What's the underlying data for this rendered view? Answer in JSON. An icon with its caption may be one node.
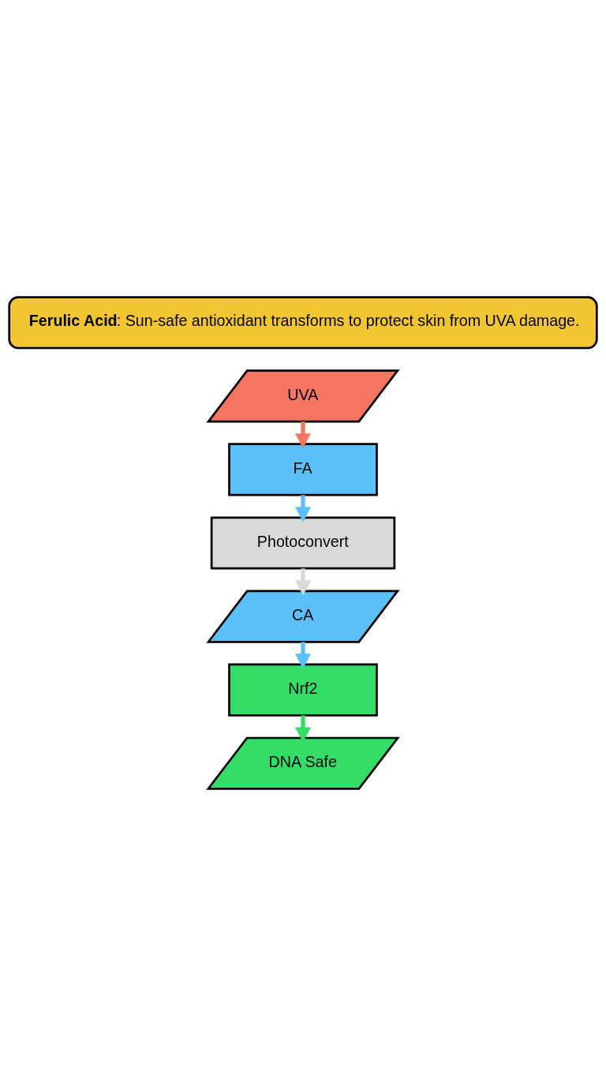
{
  "diagram": {
    "nodes": [
      {
        "text": [
          "**Ferulic Acid**: Sun-safe antioxidant transforms to protect skin from UVA damage."
        ]
      },
      {
        "text": [
          "UVA"
        ]
      },
      {
        "text": [
          "FA"
        ]
      },
      {
        "text": [
          "Photoconvert"
        ]
      },
      {
        "text": [
          "CA"
        ]
      },
      {
        "text": [
          "Nrf2"
        ]
      },
      {
        "text": [
          "DNA Safe"
        ]
      }
    ],
    "edges": [
      {
        "from": 1,
        "to": 2,
        "arrow": "to",
        "color": "#f47560"
      },
      {
        "from": 2,
        "to": 3,
        "arrow": "to",
        "color": "#5bc0f8"
      },
      {
        "from": 3,
        "to": 4,
        "arrow": "to",
        "color": "#d9d9d9"
      },
      {
        "from": 4,
        "to": 5,
        "arrow": "to",
        "color": "#5bc0f8"
      },
      {
        "from": 5,
        "to": 6,
        "arrow": "to",
        "color": "#33dd66"
      }
    ]
  }
}
